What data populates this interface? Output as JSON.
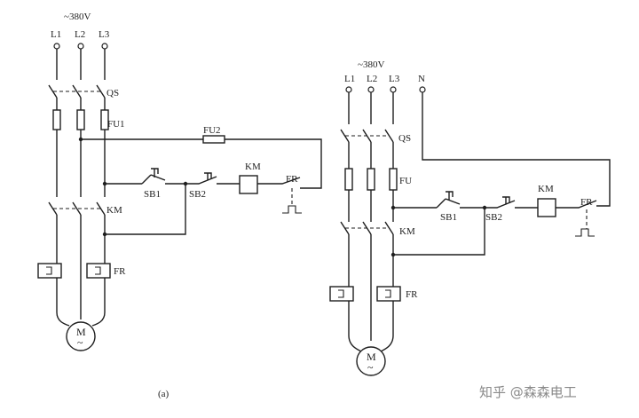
{
  "diagram_a": {
    "supply": "~380V",
    "phases": [
      "L1",
      "L2",
      "L3"
    ],
    "labels": {
      "qs": "QS",
      "fu1": "FU1",
      "fu2": "FU2",
      "sb1": "SB1",
      "sb2": "SB2",
      "km_coil": "KM",
      "fr_contact": "FR",
      "km_contacts": "KM",
      "fr_relay": "FR",
      "motor": "M",
      "motor_sub": "~"
    },
    "caption": "(a)"
  },
  "diagram_b": {
    "supply": "~380V",
    "phases": [
      "L1",
      "L2",
      "L3",
      "N"
    ],
    "labels": {
      "qs": "QS",
      "fu": "FU",
      "sb1": "SB1",
      "sb2": "SB2",
      "km_coil": "KM",
      "fr_contact": "FR",
      "km_contacts": "KM",
      "fr_relay": "FR",
      "motor": "M",
      "motor_sub": "~"
    }
  },
  "watermark": "知乎 @森森电工"
}
